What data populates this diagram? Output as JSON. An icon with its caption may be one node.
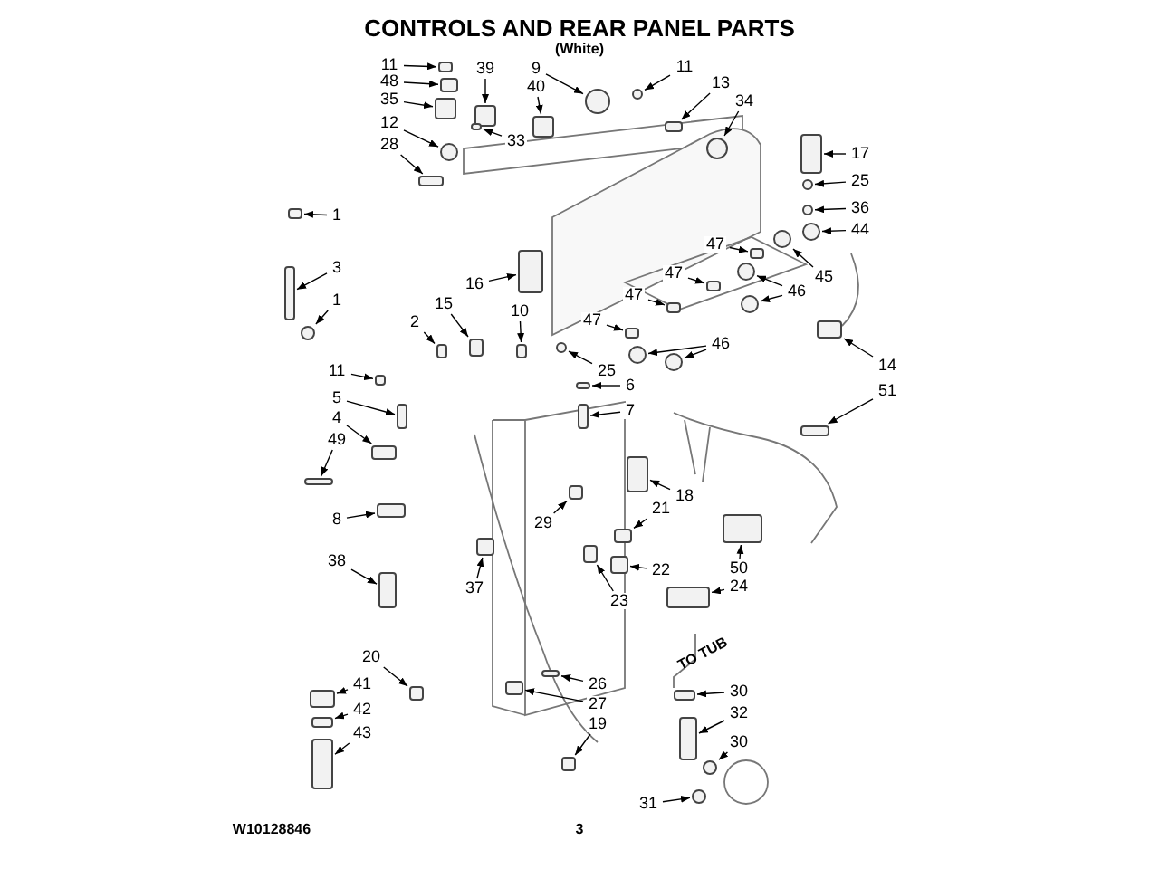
{
  "diagram": {
    "title": "CONTROLS AND REAR PANEL PARTS",
    "nodes": [
      {
        "text": [
          "11"
        ]
      },
      {
        "text": [
          "48"
        ]
      },
      {
        "text": [
          "39"
        ]
      },
      {
        "text": [
          "9"
        ]
      },
      {
        "text": [
          "11"
        ]
      },
      {
        "text": [
          "40"
        ]
      },
      {
        "text": [
          "13"
        ]
      },
      {
        "text": [
          "35"
        ]
      },
      {
        "text": [
          "34"
        ]
      },
      {
        "text": [
          "12"
        ]
      },
      {
        "text": [
          "33"
        ]
      },
      {
        "text": [
          "28"
        ]
      },
      {
        "text": [
          "17"
        ]
      },
      {
        "text": [
          "25"
        ]
      },
      {
        "text": [
          "36"
        ]
      },
      {
        "text": [
          "1"
        ]
      },
      {
        "text": [
          "44"
        ]
      },
      {
        "text": [
          "47"
        ]
      },
      {
        "text": [
          "3"
        ]
      },
      {
        "text": [
          "47"
        ]
      },
      {
        "text": [
          "45"
        ]
      },
      {
        "text": [
          "16"
        ]
      },
      {
        "text": [
          "46"
        ]
      },
      {
        "text": [
          "47"
        ]
      },
      {
        "text": [
          "1"
        ]
      },
      {
        "text": [
          "15"
        ]
      },
      {
        "text": [
          "10"
        ]
      },
      {
        "text": [
          "47"
        ]
      },
      {
        "text": [
          "2"
        ]
      },
      {
        "text": [
          "46"
        ]
      },
      {
        "text": [
          "14"
        ]
      },
      {
        "text": [
          "25"
        ]
      },
      {
        "text": [
          "11"
        ]
      },
      {
        "text": [
          "6"
        ]
      },
      {
        "text": [
          "51"
        ]
      },
      {
        "text": [
          "5"
        ]
      },
      {
        "text": [
          "7"
        ]
      },
      {
        "text": [
          "4"
        ]
      },
      {
        "text": [
          "49"
        ]
      },
      {
        "text": [
          "18"
        ]
      },
      {
        "text": [
          "21"
        ]
      },
      {
        "text": [
          "8"
        ]
      },
      {
        "text": [
          "29"
        ]
      },
      {
        "text": [
          "38"
        ]
      },
      {
        "text": [
          "50"
        ]
      },
      {
        "text": [
          "22"
        ]
      },
      {
        "text": [
          "24"
        ]
      },
      {
        "text": [
          "37"
        ]
      },
      {
        "text": [
          "23"
        ]
      },
      {
        "text": [
          "20"
        ]
      },
      {
        "text": [
          "41"
        ]
      },
      {
        "text": [
          "26"
        ]
      },
      {
        "text": [
          "30"
        ]
      },
      {
        "text": [
          "27"
        ]
      },
      {
        "text": [
          "42"
        ]
      },
      {
        "text": [
          "32"
        ]
      },
      {
        "text": [
          "19"
        ]
      },
      {
        "text": [
          "43"
        ]
      },
      {
        "text": [
          "30"
        ]
      },
      {
        "text": [
          "31"
        ]
      },
      {
        "text": [],
        "shape": "box"
      },
      {
        "text": [],
        "shape": "box"
      },
      {
        "text": [],
        "shape": "box"
      },
      {
        "text": [],
        "shape": "circle"
      },
      {
        "text": [],
        "shape": "circle"
      },
      {
        "text": [],
        "shape": "box"
      },
      {
        "text": [],
        "shape": "box"
      },
      {
        "text": [],
        "shape": "box"
      },
      {
        "text": [],
        "shape": "circle"
      },
      {
        "text": [],
        "shape": "circle"
      },
      {
        "text": [],
        "shape": "box"
      },
      {
        "text": [],
        "shape": "box"
      },
      {
        "text": [],
        "shape": "box"
      },
      {
        "text": [],
        "shape": "circle"
      },
      {
        "text": [],
        "shape": "circle"
      },
      {
        "text": [],
        "shape": "box"
      },
      {
        "text": [],
        "shape": "circle"
      },
      {
        "text": [],
        "shape": "box"
      },
      {
        "text": [],
        "shape": "box"
      },
      {
        "text": [],
        "shape": "box"
      },
      {
        "text": [],
        "shape": "circle"
      },
      {
        "text": [],
        "shape": "box"
      },
      {
        "text": [],
        "shape": "circle"
      },
      {
        "text": [],
        "shape": "box"
      },
      {
        "text": [],
        "shape": "circle"
      },
      {
        "text": [],
        "shape": "box"
      },
      {
        "text": [],
        "shape": "box"
      },
      {
        "text": [],
        "shape": "box"
      },
      {
        "text": [],
        "shape": "box"
      },
      {
        "text": [],
        "shape": "circle"
      },
      {
        "text": [],
        "shape": "box"
      },
      {
        "text": [],
        "shape": "circle"
      },
      {
        "text": [],
        "shape": "box"
      },
      {
        "text": [],
        "shape": "box"
      },
      {
        "text": [],
        "shape": "box"
      },
      {
        "text": [],
        "shape": "box"
      },
      {
        "text": [],
        "shape": "box"
      },
      {
        "text": [],
        "shape": "box"
      },
      {
        "text": [],
        "shape": "box"
      },
      {
        "text": [],
        "shape": "box"
      },
      {
        "text": [],
        "shape": "box"
      },
      {
        "text": [],
        "shape": "box"
      },
      {
        "text": [],
        "shape": "box"
      },
      {
        "text": [],
        "shape": "box"
      },
      {
        "text": [],
        "shape": "box"
      },
      {
        "text": [],
        "shape": "box"
      },
      {
        "text": [],
        "shape": "box"
      },
      {
        "text": [],
        "shape": "box"
      },
      {
        "text": [],
        "shape": "box"
      },
      {
        "text": [],
        "shape": "box"
      },
      {
        "text": [],
        "shape": "box"
      },
      {
        "text": [],
        "shape": "box"
      },
      {
        "text": [],
        "shape": "box"
      },
      {
        "text": [],
        "shape": "box"
      },
      {
        "text": [],
        "shape": "box"
      },
      {
        "text": [],
        "shape": "box"
      },
      {
        "text": [],
        "shape": "box"
      },
      {
        "text": [],
        "shape": "box"
      },
      {
        "text": [],
        "shape": "circle"
      },
      {
        "text": [],
        "shape": "circle"
      },
      {
        "text": [],
        "shape": "circle"
      },
      {
        "text": [],
        "shape": "circle"
      }
    ],
    "edges": [
      {
        "from": 0,
        "to": 60,
        "arrow": "to"
      },
      {
        "from": 1,
        "to": 61,
        "arrow": "to"
      },
      {
        "from": 2,
        "to": 62,
        "arrow": "to"
      },
      {
        "from": 3,
        "to": 63,
        "arrow": "to"
      },
      {
        "from": 4,
        "to": 64,
        "arrow": "to"
      },
      {
        "from": 5,
        "to": 65,
        "arrow": "to"
      },
      {
        "from": 6,
        "to": 66,
        "arrow": "to"
      },
      {
        "from": 7,
        "to": 67,
        "arrow": "to"
      },
      {
        "from": 8,
        "to": 68,
        "arrow": "to"
      },
      {
        "from": 9,
        "to": 69,
        "arrow": "to"
      },
      {
        "from": 10,
        "to": 70,
        "arrow": "to"
      },
      {
        "from": 11,
        "to": 71,
        "arrow": "to"
      },
      {
        "from": 12,
        "to": 72,
        "arrow": "to"
      },
      {
        "from": 13,
        "to": 73,
        "arrow": "to"
      },
      {
        "from": 14,
        "to": 74,
        "arrow": "to"
      },
      {
        "from": 15,
        "to": 75,
        "arrow": "to"
      },
      {
        "from": 16,
        "to": 76,
        "arrow": "to"
      },
      {
        "from": 17,
        "to": 77,
        "arrow": "to"
      },
      {
        "from": 18,
        "to": 78,
        "arrow": "to"
      },
      {
        "from": 19,
        "to": 79,
        "arrow": "to"
      },
      {
        "from": 20,
        "to": 80,
        "arrow": "to"
      },
      {
        "from": 21,
        "to": 81,
        "arrow": "to"
      },
      {
        "from": 22,
        "to": 82,
        "arrow": "to"
      },
      {
        "from": 23,
        "to": 83,
        "arrow": "to"
      },
      {
        "from": 24,
        "to": 84,
        "arrow": "to"
      },
      {
        "from": 25,
        "to": 85,
        "arrow": "to"
      },
      {
        "from": 26,
        "to": 86,
        "arrow": "to"
      },
      {
        "from": 27,
        "to": 87,
        "arrow": "to"
      },
      {
        "from": 28,
        "to": 88,
        "arrow": "to"
      },
      {
        "from": 29,
        "to": 89,
        "arrow": "to"
      },
      {
        "from": 30,
        "to": 90,
        "arrow": "to"
      },
      {
        "from": 31,
        "to": 91,
        "arrow": "to"
      },
      {
        "from": 32,
        "to": 92,
        "arrow": "to"
      },
      {
        "from": 33,
        "to": 93,
        "arrow": "to"
      },
      {
        "from": 34,
        "to": 94,
        "arrow": "to"
      },
      {
        "from": 35,
        "to": 95,
        "arrow": "to"
      },
      {
        "from": 36,
        "to": 96,
        "arrow": "to"
      },
      {
        "from": 37,
        "to": 97,
        "arrow": "to"
      },
      {
        "from": 38,
        "to": 98,
        "arrow": "to"
      },
      {
        "from": 39,
        "to": 99,
        "arrow": "to"
      },
      {
        "from": 40,
        "to": 100,
        "arrow": "to"
      },
      {
        "from": 41,
        "to": 101,
        "arrow": "to"
      },
      {
        "from": 42,
        "to": 102,
        "arrow": "to"
      },
      {
        "from": 43,
        "to": 103,
        "arrow": "to"
      },
      {
        "from": 44,
        "to": 104,
        "arrow": "to"
      },
      {
        "from": 45,
        "to": 105,
        "arrow": "to"
      },
      {
        "from": 46,
        "to": 106,
        "arrow": "to"
      },
      {
        "from": 47,
        "to": 107,
        "arrow": "to"
      },
      {
        "from": 48,
        "to": 108,
        "arrow": "to"
      },
      {
        "from": 49,
        "to": 109,
        "arrow": "to"
      },
      {
        "from": 50,
        "to": 110,
        "arrow": "to"
      },
      {
        "from": 51,
        "to": 111,
        "arrow": "to"
      },
      {
        "from": 52,
        "to": 112,
        "arrow": "to"
      },
      {
        "from": 53,
        "to": 113,
        "arrow": "to"
      },
      {
        "from": 54,
        "to": 114,
        "arrow": "to"
      },
      {
        "from": 55,
        "to": 115,
        "arrow": "to"
      },
      {
        "from": 56,
        "to": 116,
        "arrow": "to"
      },
      {
        "from": 57,
        "to": 117,
        "arrow": "to"
      },
      {
        "from": 58,
        "to": 118,
        "arrow": "to"
      },
      {
        "from": 59,
        "to": 119,
        "arrow": "to"
      },
      {
        "from": 22,
        "to": 120,
        "arrow": "to"
      },
      {
        "from": 29,
        "to": 121,
        "arrow": "to"
      }
    ],
    "labels": [
      "(White)",
      "TO TUB",
      "W10128846",
      "3"
    ]
  }
}
